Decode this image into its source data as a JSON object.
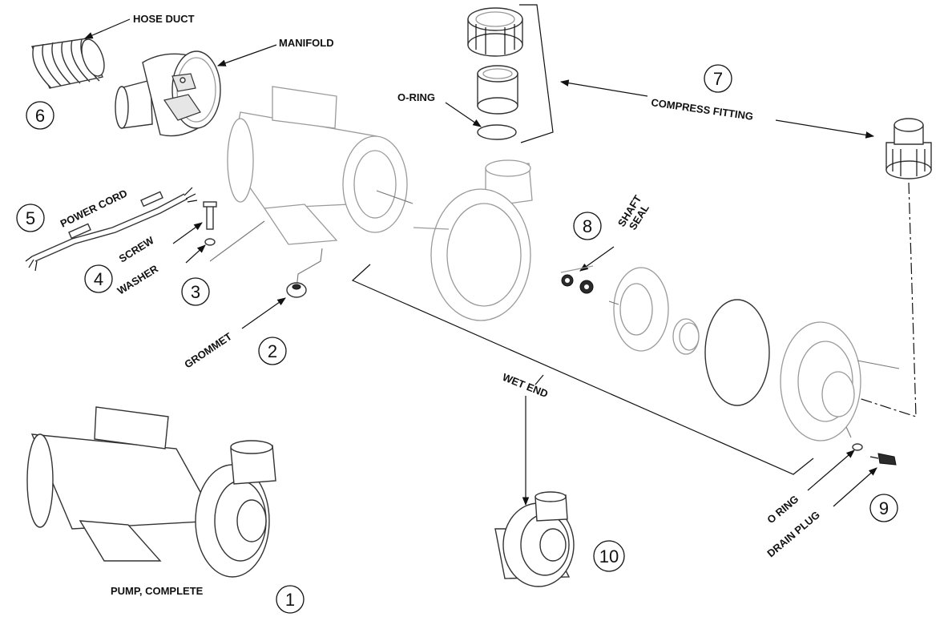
{
  "labels": {
    "hose_duct": "HOSE DUCT",
    "manifold": "MANIFOLD",
    "o_ring_top": "O-RING",
    "compress_fitting": "COMPRESS FITTING",
    "power_cord": "POWER CORD",
    "screw": "SCREW",
    "washer": "WASHER",
    "grommet": "GROMMET",
    "shaft_seal_line1": "SHAFT",
    "shaft_seal_line2": "SEAL",
    "wet_end": "WET END",
    "o_ring_bottom": "O RING",
    "drain_plug": "DRAIN PLUG",
    "pump_complete": "PUMP, COMPLETE"
  },
  "callouts": {
    "c1": "1",
    "c2": "2",
    "c3": "3",
    "c4": "4",
    "c5": "5",
    "c6": "6",
    "c7": "7",
    "c8": "8",
    "c9": "9",
    "c10": "10"
  }
}
